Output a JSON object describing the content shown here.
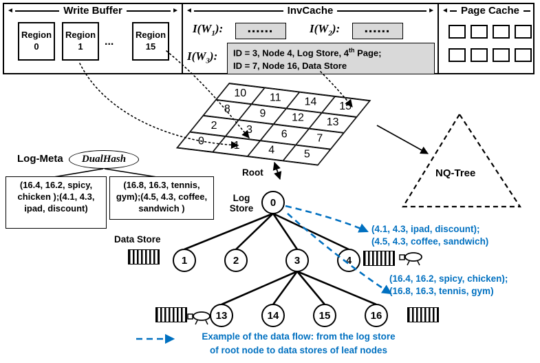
{
  "colors": {
    "accent_blue": "#0070C0",
    "gray_fill": "#d9d9d9"
  },
  "write_buffer": {
    "title": "Write Buffer",
    "regions": [
      {
        "line1": "Region",
        "line2": "0"
      },
      {
        "line1": "Region",
        "line2": "1"
      },
      {
        "line1": "Region",
        "line2": "15"
      }
    ],
    "ellipsis": "..."
  },
  "invcache": {
    "title": "InvCache",
    "entries": [
      {
        "prefix": "I(W",
        "sub": "1",
        "suffix": "):",
        "dots": "▪▪▪▪▪▪"
      },
      {
        "prefix": "I(W",
        "sub": "2",
        "suffix": "):",
        "dots": "▪▪▪▪▪▪"
      },
      {
        "prefix": "I(W",
        "sub": "3",
        "suffix": "):"
      }
    ],
    "id_box": {
      "line1_pre": "ID = 3, Node 4, Log Store, 4",
      "line1_sup": "th",
      "line1_post": " Page;",
      "line2": "ID = 7, Node 16, Data Store"
    }
  },
  "page_cache": {
    "title": "Page Cache"
  },
  "grid": {
    "cells": [
      10,
      11,
      14,
      15,
      8,
      9,
      12,
      13,
      2,
      3,
      6,
      7,
      0,
      1,
      4,
      5
    ]
  },
  "nq_tree": {
    "label": "NQ-Tree"
  },
  "log_meta": {
    "title": "Log-Meta",
    "hash_label": "DualHash",
    "box1": "(16.4, 16.2, spicy, chicken );(4.1, 4.3, ipad, discount)",
    "box2": "(16.8, 16.3, tennis, gym);(4.5, 4.3, coffee, sandwich )"
  },
  "tree": {
    "root_caption": "Root",
    "log_store_label": "Log Store",
    "data_store_label": "Data Store",
    "root": "0",
    "level2": [
      "1",
      "2",
      "3",
      "4"
    ],
    "level3": [
      "13",
      "14",
      "15",
      "16"
    ]
  },
  "annotations": {
    "flow1_line1": "(4.1, 4.3, ipad, discount);",
    "flow1_line2": "(4.5, 4.3, coffee, sandwich)",
    "flow2_line1": "(16.4, 16.2, spicy, chicken);",
    "flow2_line2": "(16.8, 16.3, tennis, gym)",
    "legend_line1": "Example of the data flow: from the log store",
    "legend_line2": "of root node to data stores of leaf nodes"
  }
}
